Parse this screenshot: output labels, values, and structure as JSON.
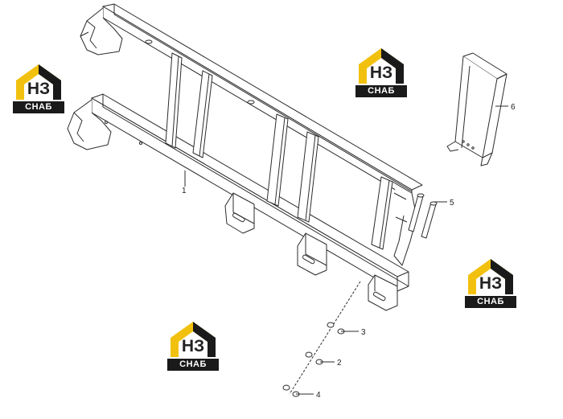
{
  "callouts": [
    "1",
    "2",
    "3",
    "4",
    "5",
    "6"
  ],
  "logo": {
    "main": "НЗ",
    "sub": "СНАБ"
  },
  "colors": {
    "line": "#2b2b2b",
    "logo_yellow": "#f2c10f",
    "logo_dark": "#1a1a1a",
    "accent": "#c0392b"
  }
}
